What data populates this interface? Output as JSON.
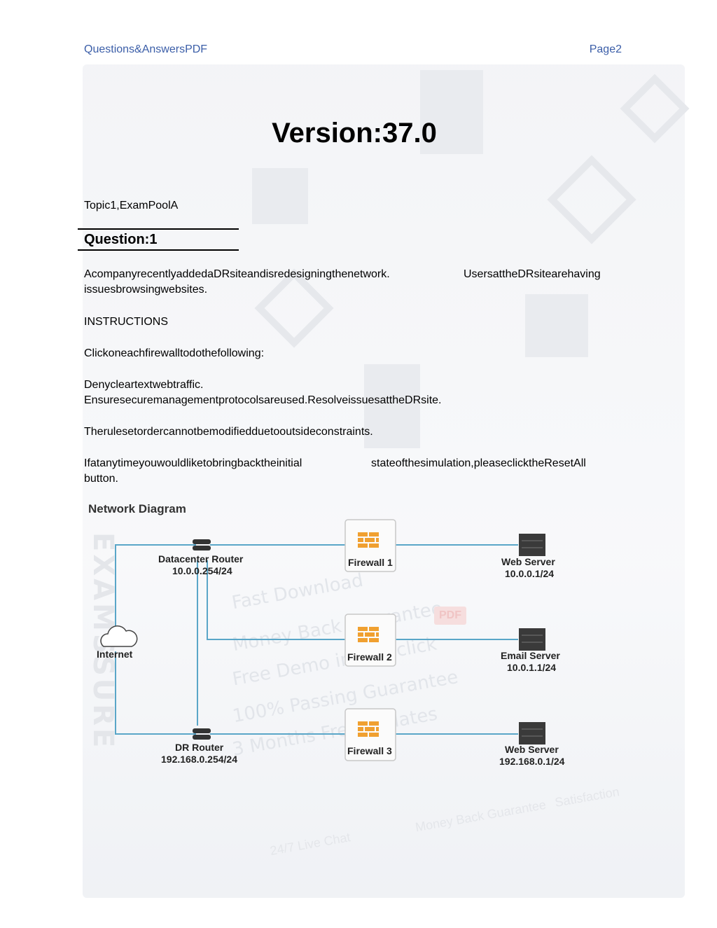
{
  "header": {
    "left": "Questions&AnswersPDF",
    "right": "Page2"
  },
  "version": "Version:37.0",
  "topic": "Topic1,ExamPoolA",
  "question_label": "Question:1",
  "paragraphs": {
    "p1a": "AcompanyrecentlyaddedaDRsiteandisredesigningthenetwork.",
    "p1b": "UsersattheDRsitearehaving",
    "p1c": "issuesbrowsingwebsites.",
    "p2": "INSTRUCTIONS",
    "p3": "Clickoneachfirewalltodothefollowing:",
    "p4a": "Denycleartextwebtraffic.",
    "p4b": "Ensuresecuremanagementprotocolsareused.ResolveissuesattheDRsite.",
    "p5": "Therulesetordercannotbemodifiedduetooutsideconstraints.",
    "p6a": "Ifatanytimeyouwouldliketobringbacktheinitial",
    "p6b": "stateofthesimulation,pleaseclicktheResetAll",
    "p6c": "button."
  },
  "diagram": {
    "title": "Network Diagram",
    "internet": "Internet",
    "dc_router": {
      "name": "Datacenter Router",
      "ip": "10.0.0.254/24"
    },
    "dr_router": {
      "name": "DR Router",
      "ip": "192.168.0.254/24"
    },
    "firewalls": [
      "Firewall 1",
      "Firewall 2",
      "Firewall 3"
    ],
    "servers": [
      {
        "name": "Web Server",
        "ip": "10.0.0.1/24"
      },
      {
        "name": "Email Server",
        "ip": "10.0.1.1/24"
      },
      {
        "name": "Web Server",
        "ip": "192.168.0.1/24"
      }
    ],
    "colors": {
      "link": "#5aa6c8",
      "firewall": "#f0a030",
      "server": "#3a3a3a"
    }
  },
  "watermark": {
    "lines": [
      "Fast Download",
      "Money Back Guarantee",
      "Free Demo in one click",
      "100% Passing Guarantee",
      "3 Months Free updates"
    ],
    "vertical": "EXAMSSURE",
    "footer": [
      "24/7 Live Chat",
      "Money Back Guarantee",
      "Satisfaction"
    ],
    "pdf_badge": "PDF"
  }
}
